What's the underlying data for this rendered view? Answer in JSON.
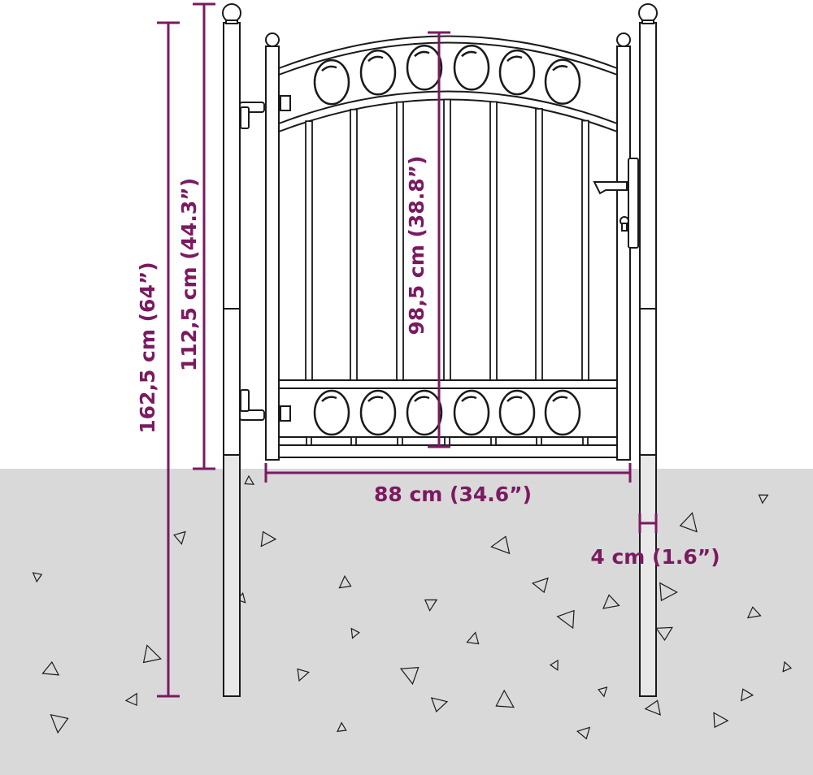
{
  "colors": {
    "dimension": "#7a1a60",
    "ground": "#d9d9d9",
    "line": "#1a1a1a",
    "background": "#ffffff"
  },
  "dimensions": {
    "total_height": "162,5 cm (64”)",
    "post_above_ground": "112,5 cm (44.3”)",
    "door_height": "98,5 cm (38.8”)",
    "door_width": "88 cm (34.6”)",
    "post_width": "4 cm (1.6”)"
  }
}
